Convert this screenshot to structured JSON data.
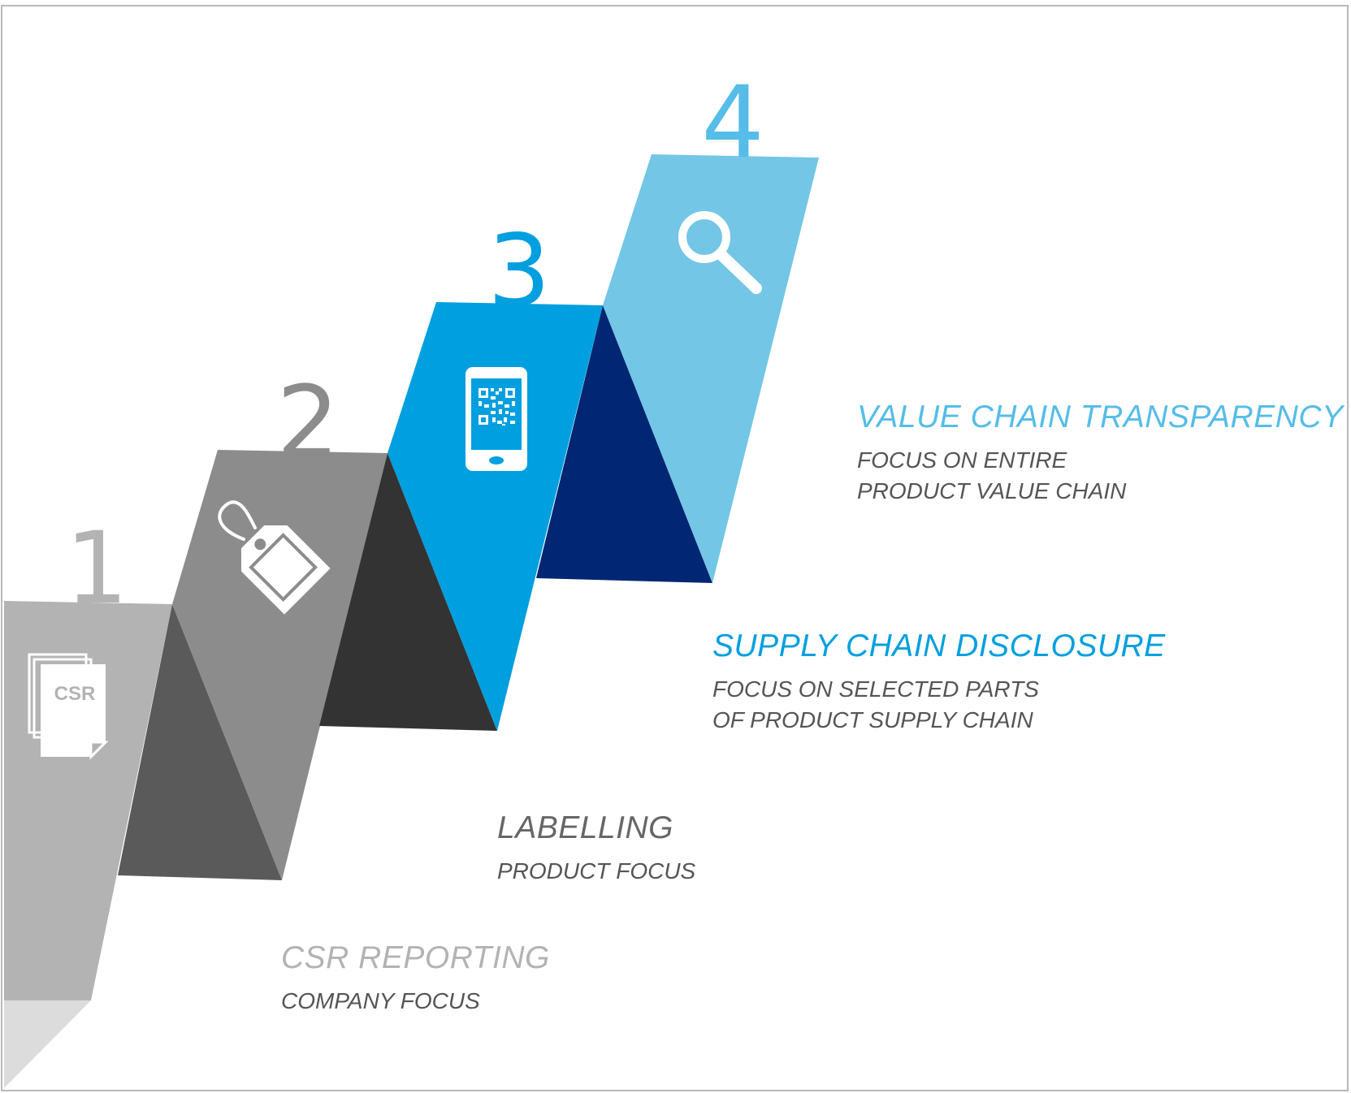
{
  "colors": {
    "gray_light": "#b3b3b3",
    "gray_mid": "#8c8c8c",
    "gray_dark": "#5a5a5a",
    "charcoal": "#333333",
    "blue": "#009fdf",
    "navy": "#002674",
    "sky": "#73c6e6",
    "stage1_title": "#b3b3b3",
    "stage2_title": "#666666",
    "stage3_title": "#009fdf",
    "stage4_title": "#55bde8",
    "subtitle": "#555555"
  },
  "steps": [
    {
      "number": "1",
      "icon": "csr-document-icon",
      "icon_text": "CSR",
      "title": "CSR REPORTING",
      "lines": [
        "COMPANY FOCUS"
      ]
    },
    {
      "number": "2",
      "icon": "price-tag-icon",
      "title": "LABELLING",
      "lines": [
        "PRODUCT FOCUS"
      ]
    },
    {
      "number": "3",
      "icon": "smartphone-qr-icon",
      "title": "SUPPLY CHAIN DISCLOSURE",
      "lines": [
        "FOCUS ON SELECTED PARTS",
        "OF PRODUCT SUPPLY CHAIN"
      ]
    },
    {
      "number": "4",
      "icon": "magnifier-icon",
      "title": "VALUE CHAIN TRANSPARENCY",
      "lines": [
        "FOCUS ON ENTIRE",
        "PRODUCT VALUE CHAIN"
      ]
    }
  ]
}
